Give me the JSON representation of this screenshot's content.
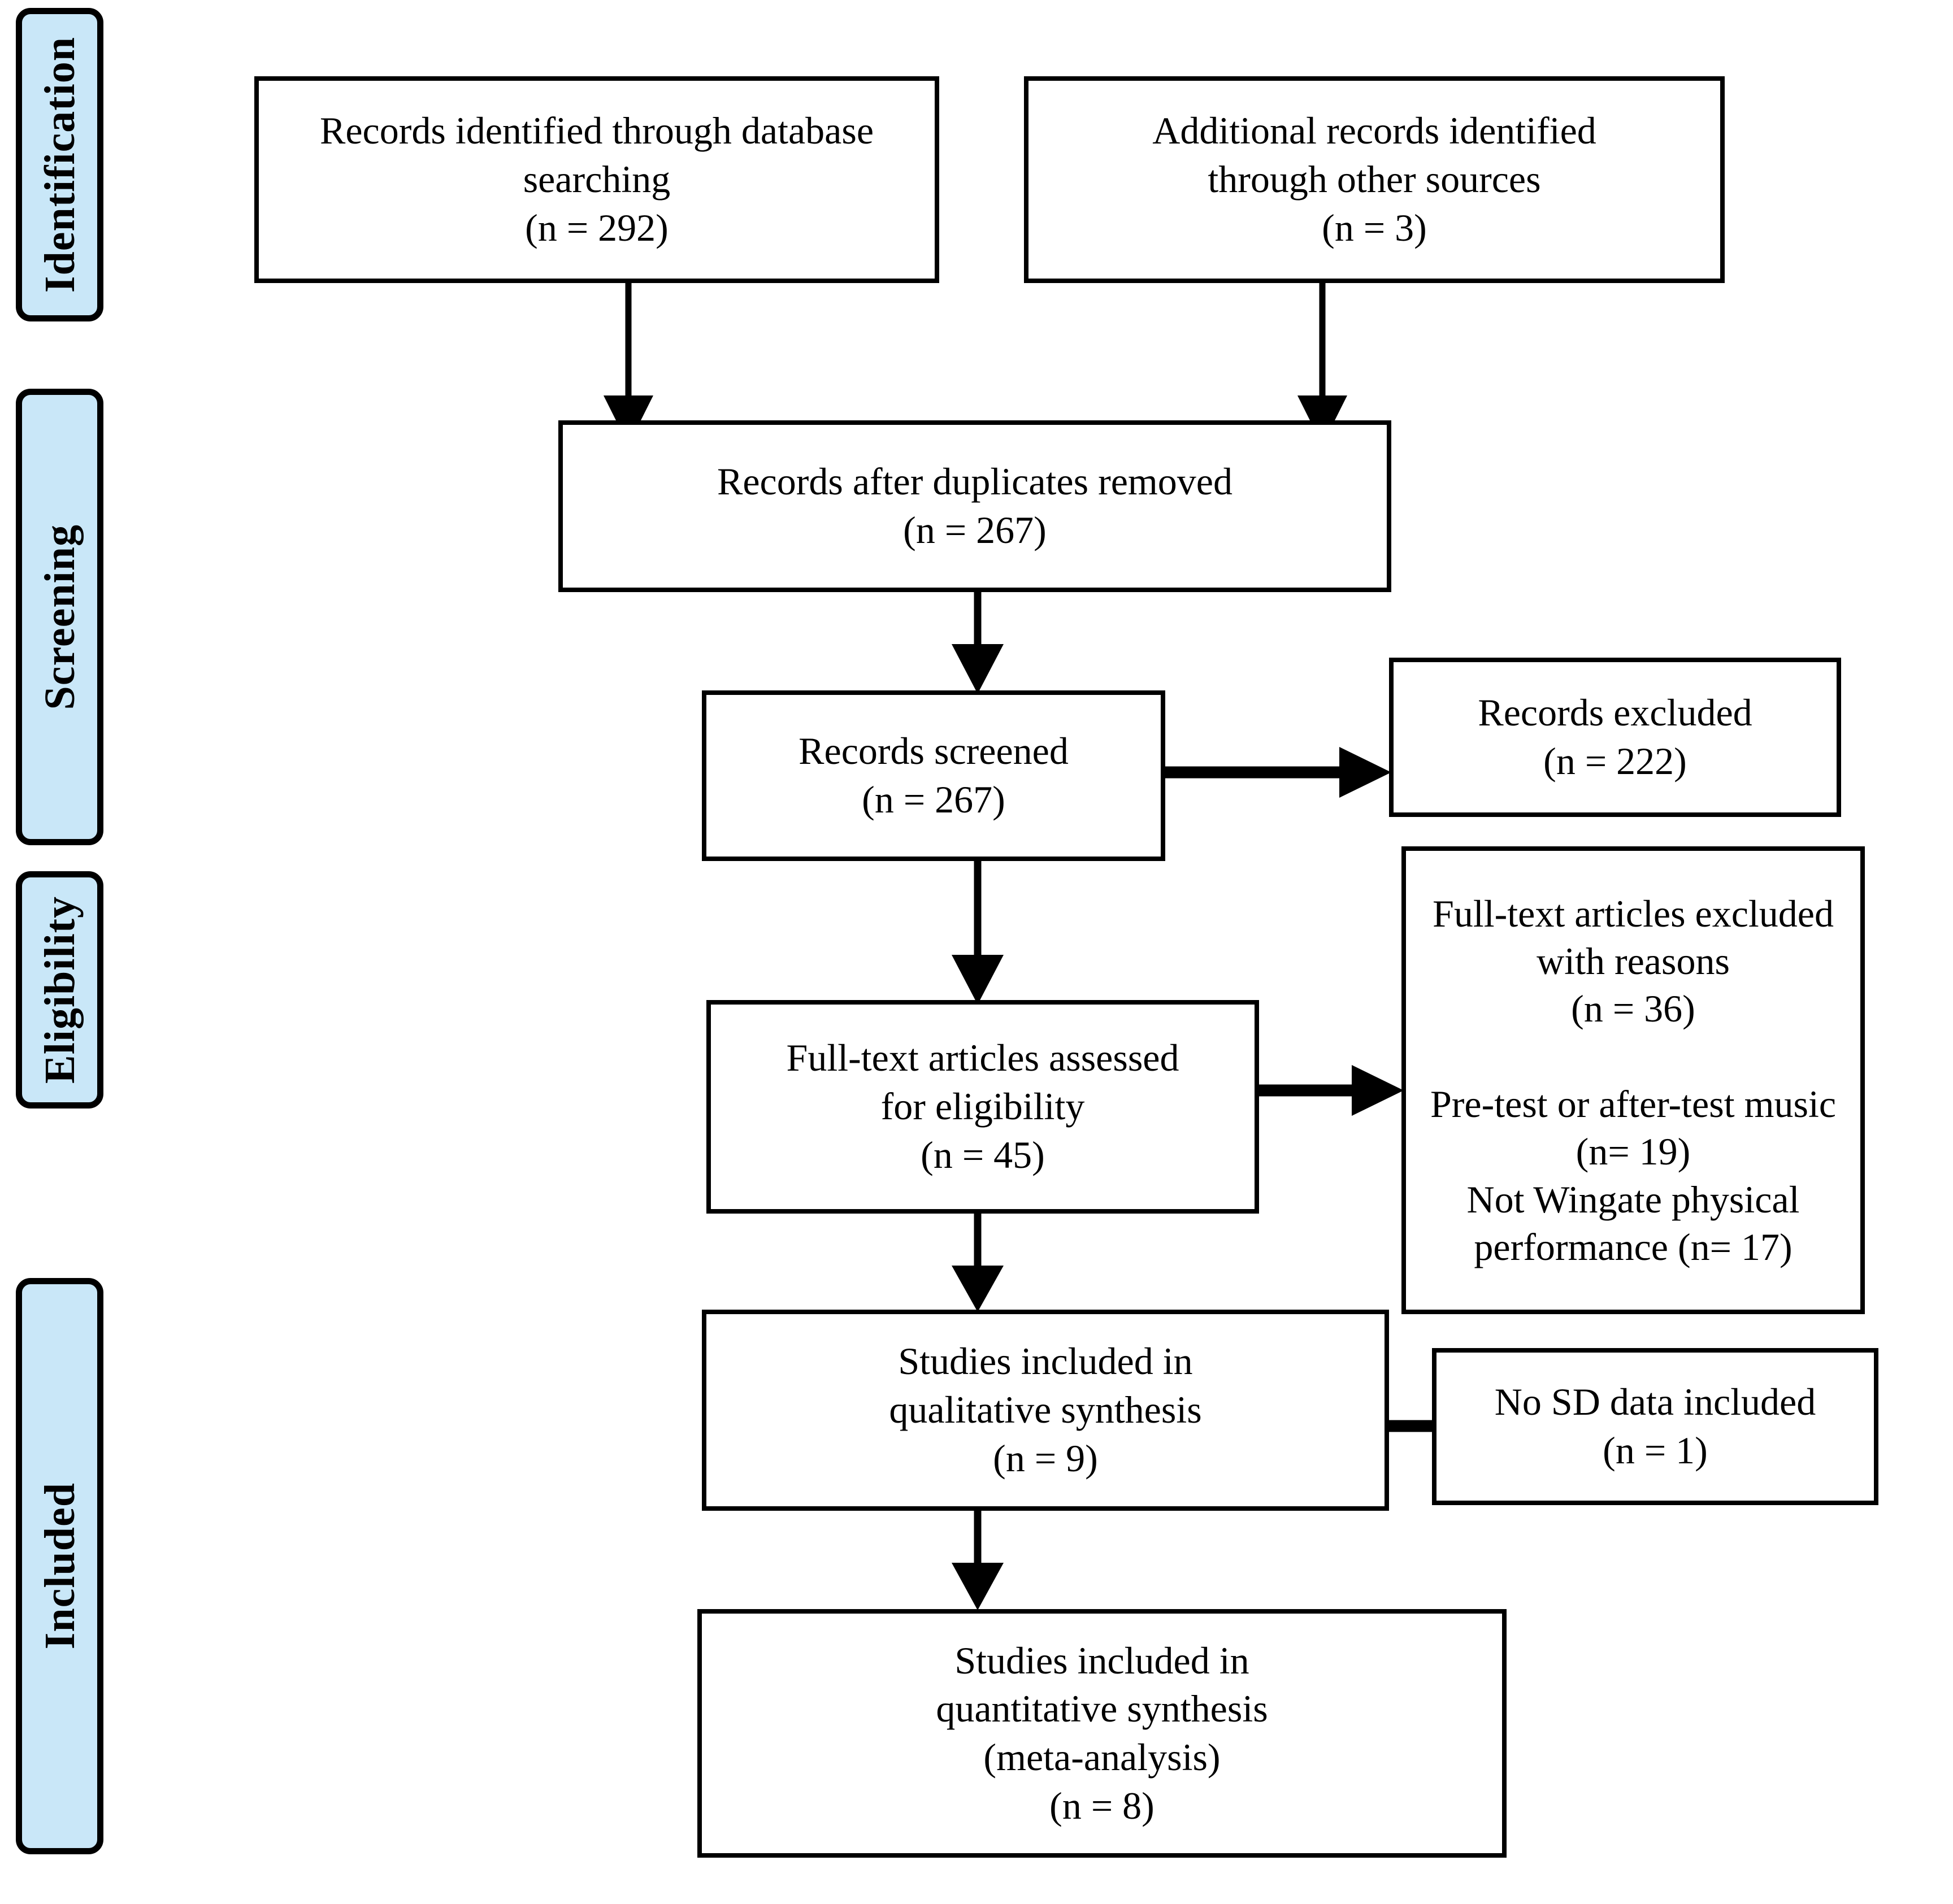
{
  "diagram": {
    "title": "PRISMA flow diagram",
    "colors": {
      "phase_bar_fill": "#c9e7f8",
      "phase_bar_border": "#000000",
      "box_border": "#000000",
      "box_fill": "#ffffff",
      "connector": "#000000",
      "text": "#000000"
    }
  },
  "phases": [
    {
      "id": "identification",
      "label": "Identification"
    },
    {
      "id": "screening",
      "label": "Screening"
    },
    {
      "id": "eligibility",
      "label": "Eligibility"
    },
    {
      "id": "included",
      "label": "Included"
    }
  ],
  "boxes": {
    "database_search": {
      "line1": "Records identified through database",
      "line2": "searching",
      "count_line": "(n = 292)",
      "n": 292,
      "text": "Records identified through database\nsearching\n(n = 292)"
    },
    "other_sources": {
      "line1": "Additional records identified",
      "line2": "through other sources",
      "count_line": "(n = 3)",
      "n": 3,
      "text": "Additional records identified\nthrough other sources\n(n = 3)"
    },
    "duplicates_removed": {
      "line1": "Records after duplicates removed",
      "count_line": "(n = 267)",
      "n": 267,
      "text": "Records after duplicates removed\n(n = 267)"
    },
    "records_screened": {
      "line1": "Records screened",
      "count_line": "(n = 267)",
      "n": 267,
      "text": "Records screened\n(n = 267)"
    },
    "records_excluded": {
      "line1": "Records excluded",
      "count_line": "(n = 222)",
      "n": 222,
      "text": "Records excluded\n(n = 222)"
    },
    "fulltext_assessed": {
      "line1": "Full-text articles assessed",
      "line2": "for eligibility",
      "count_line": "(n = 45)",
      "n": 45,
      "text": "Full-text articles assessed\nfor eligibility\n(n = 45)"
    },
    "fulltext_excluded": {
      "line1": "Full-text articles excluded",
      "line2": "with reasons",
      "count_line": "(n = 36)",
      "n": 36,
      "reason1": "Pre-test or after-test music",
      "reason1_count": "(n= 19)",
      "reason1_n": 19,
      "reason2": "Not Wingate physical",
      "reason2_count": "performance (n= 17)",
      "reason2_n": 17,
      "text": "Full-text articles excluded\nwith reasons\n(n = 36)\n\nPre-test or after-test music\n(n= 19)\nNot Wingate physical\nperformance (n= 17)"
    },
    "qualitative_synthesis": {
      "line1": "Studies included in",
      "line2": "qualitative synthesis",
      "count_line": "(n = 9)",
      "n": 9,
      "text": "Studies included in\nqualitative synthesis\n(n = 9)"
    },
    "no_sd_data": {
      "line1": "No SD data included",
      "count_line": "(n = 1)",
      "n": 1,
      "text": "No SD data included\n(n = 1)"
    },
    "quantitative_synthesis": {
      "line1": "Studies included in",
      "line2": "quantitative synthesis",
      "line3": "(meta-analysis)",
      "count_line": "(n = 8)",
      "n": 8,
      "text": "Studies included in\nquantitative synthesis\n(meta-analysis)\n(n = 8)"
    }
  }
}
